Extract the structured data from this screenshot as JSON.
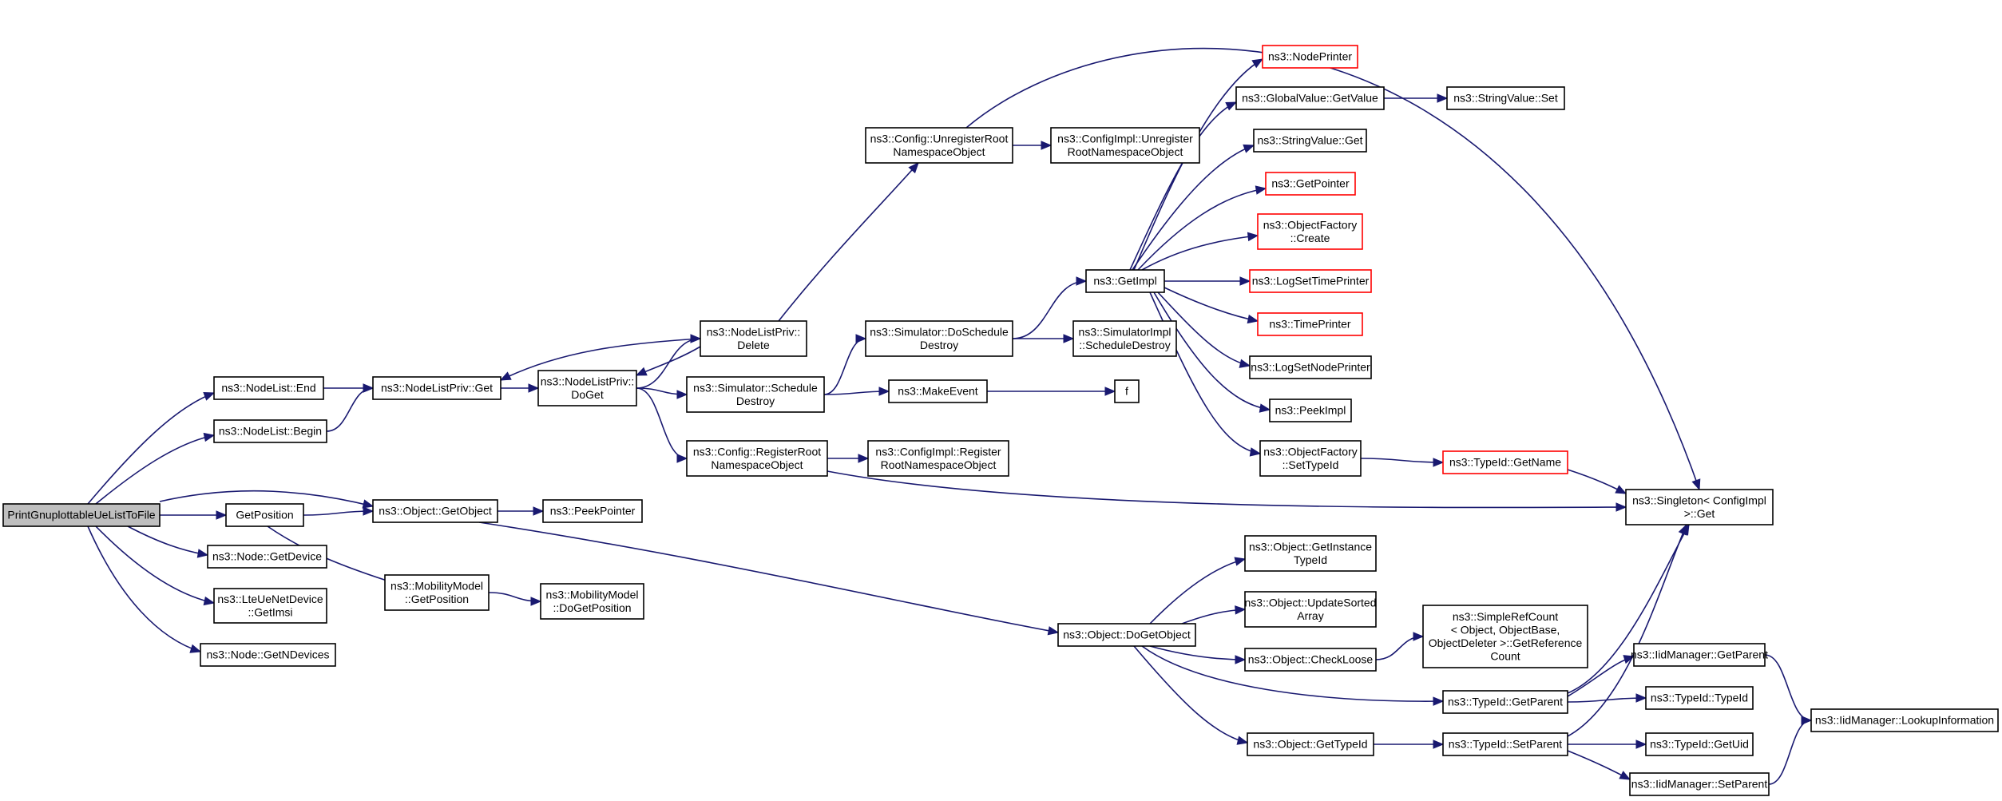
{
  "graph": {
    "colors": {
      "edge": "#191970",
      "node_border": "#000000",
      "truncated_border": "#ff0000",
      "root_fill": "#bfbfbf"
    },
    "nodes": [
      {
        "id": "root",
        "lines": [
          "PrintGnuplottableUeListToFile"
        ],
        "root": true
      },
      {
        "id": "nl_end",
        "lines": [
          "ns3::NodeList::End"
        ]
      },
      {
        "id": "nl_begin",
        "lines": [
          "ns3::NodeList::Begin"
        ]
      },
      {
        "id": "getpos",
        "lines": [
          "GetPosition"
        ]
      },
      {
        "id": "node_getdev",
        "lines": [
          "ns3::Node::GetDevice"
        ]
      },
      {
        "id": "lte_imsi",
        "lines": [
          "ns3::LteUeNetDevice",
          "::GetImsi"
        ]
      },
      {
        "id": "node_ndev",
        "lines": [
          "ns3::Node::GetNDevices"
        ]
      },
      {
        "id": "nlp_get",
        "lines": [
          "ns3::NodeListPriv::Get"
        ]
      },
      {
        "id": "obj_getobj",
        "lines": [
          "ns3::Object::GetObject"
        ]
      },
      {
        "id": "mm_getpos",
        "lines": [
          "ns3::MobilityModel",
          "::GetPosition"
        ]
      },
      {
        "id": "nlp_doget",
        "lines": [
          "ns3::NodeListPriv::",
          "DoGet"
        ]
      },
      {
        "id": "peekptr",
        "lines": [
          "ns3::PeekPointer"
        ]
      },
      {
        "id": "mm_dogetpos",
        "lines": [
          "ns3::MobilityModel",
          "::DoGetPosition"
        ]
      },
      {
        "id": "nlp_delete",
        "lines": [
          "ns3::NodeListPriv::",
          "Delete"
        ]
      },
      {
        "id": "sim_sched",
        "lines": [
          "ns3::Simulator::Schedule",
          "Destroy"
        ]
      },
      {
        "id": "cfg_reg",
        "lines": [
          "ns3::Config::RegisterRoot",
          "NamespaceObject"
        ]
      },
      {
        "id": "cfg_unreg",
        "lines": [
          "ns3::Config::UnregisterRoot",
          "NamespaceObject"
        ]
      },
      {
        "id": "sim_dosched",
        "lines": [
          "ns3::Simulator::DoSchedule",
          "Destroy"
        ]
      },
      {
        "id": "makeevent",
        "lines": [
          "ns3::MakeEvent"
        ]
      },
      {
        "id": "cfgimpl_reg",
        "lines": [
          "ns3::ConfigImpl::Register",
          "RootNamespaceObject"
        ]
      },
      {
        "id": "cfgimpl_unreg",
        "lines": [
          "ns3::ConfigImpl::Unregister",
          "RootNamespaceObject"
        ]
      },
      {
        "id": "simimpl_sd",
        "lines": [
          "ns3::SimulatorImpl",
          "::ScheduleDestroy"
        ]
      },
      {
        "id": "f",
        "lines": [
          "f"
        ]
      },
      {
        "id": "getimpl",
        "lines": [
          "ns3::GetImpl"
        ]
      },
      {
        "id": "obj_dogetobj",
        "lines": [
          "ns3::Object::DoGetObject"
        ]
      },
      {
        "id": "nodeprinter",
        "lines": [
          "ns3::NodePrinter"
        ],
        "red": true
      },
      {
        "id": "gv_getval",
        "lines": [
          "ns3::GlobalValue::GetValue"
        ]
      },
      {
        "id": "sv_get",
        "lines": [
          "ns3::StringValue::Get"
        ]
      },
      {
        "id": "getpointer",
        "lines": [
          "ns3::GetPointer"
        ],
        "red": true
      },
      {
        "id": "of_create",
        "lines": [
          "ns3::ObjectFactory",
          "::Create"
        ],
        "red": true
      },
      {
        "id": "logsettp",
        "lines": [
          "ns3::LogSetTimePrinter"
        ],
        "red": true
      },
      {
        "id": "timeprinter",
        "lines": [
          "ns3::TimePrinter"
        ],
        "red": true
      },
      {
        "id": "logsetnp",
        "lines": [
          "ns3::LogSetNodePrinter"
        ]
      },
      {
        "id": "peekimpl",
        "lines": [
          "ns3::PeekImpl"
        ]
      },
      {
        "id": "of_settid",
        "lines": [
          "ns3::ObjectFactory",
          "::SetTypeId"
        ]
      },
      {
        "id": "obj_getinst",
        "lines": [
          "ns3::Object::GetInstance",
          "TypeId"
        ]
      },
      {
        "id": "obj_upd",
        "lines": [
          "ns3::Object::UpdateSorted",
          "Array"
        ]
      },
      {
        "id": "obj_check",
        "lines": [
          "ns3::Object::CheckLoose"
        ]
      },
      {
        "id": "obj_gettid",
        "lines": [
          "ns3::Object::GetTypeId"
        ]
      },
      {
        "id": "sv_set",
        "lines": [
          "ns3::StringValue::Set"
        ]
      },
      {
        "id": "tid_getname",
        "lines": [
          "ns3::TypeId::GetName"
        ],
        "red": true
      },
      {
        "id": "srefcount",
        "lines": [
          "ns3::SimpleRefCount",
          "< Object, ObjectBase,",
          "ObjectDeleter >::GetReference",
          "Count"
        ]
      },
      {
        "id": "tid_getparent",
        "lines": [
          "ns3::TypeId::GetParent"
        ]
      },
      {
        "id": "tid_setparent",
        "lines": [
          "ns3::TypeId::SetParent"
        ]
      },
      {
        "id": "singleton",
        "lines": [
          "ns3::Singleton< ConfigImpl",
          " >::Get"
        ]
      },
      {
        "id": "iid_getparent",
        "lines": [
          "ns3::IidManager::GetParent"
        ]
      },
      {
        "id": "tid_tid",
        "lines": [
          "ns3::TypeId::TypeId"
        ]
      },
      {
        "id": "tid_getuid",
        "lines": [
          "ns3::TypeId::GetUid"
        ]
      },
      {
        "id": "iid_setparent",
        "lines": [
          "ns3::IidManager::SetParent"
        ]
      },
      {
        "id": "iid_lookup",
        "lines": [
          "ns3::IidManager::LookupInformation"
        ]
      }
    ],
    "edges": [
      [
        "root",
        "nl_end"
      ],
      [
        "root",
        "nl_begin"
      ],
      [
        "root",
        "obj_getobj"
      ],
      [
        "root",
        "getpos"
      ],
      [
        "root",
        "node_getdev"
      ],
      [
        "root",
        "lte_imsi"
      ],
      [
        "root",
        "node_ndev"
      ],
      [
        "nl_end",
        "nlp_get"
      ],
      [
        "nl_begin",
        "nlp_get"
      ],
      [
        "getpos",
        "obj_getobj"
      ],
      [
        "getpos",
        "mm_getpos"
      ],
      [
        "nlp_get",
        "nlp_doget"
      ],
      [
        "nlp_doget",
        "nlp_delete"
      ],
      [
        "nlp_doget",
        "sim_sched"
      ],
      [
        "nlp_doget",
        "cfg_reg"
      ],
      [
        "nlp_delete",
        "nlp_get"
      ],
      [
        "nlp_delete",
        "nlp_doget"
      ],
      [
        "nlp_delete",
        "cfg_unreg"
      ],
      [
        "obj_getobj",
        "peekptr"
      ],
      [
        "obj_getobj",
        "obj_dogetobj"
      ],
      [
        "mm_getpos",
        "mm_dogetpos"
      ],
      [
        "sim_sched",
        "sim_dosched"
      ],
      [
        "sim_sched",
        "makeevent"
      ],
      [
        "cfg_reg",
        "cfgimpl_reg"
      ],
      [
        "cfg_reg",
        "singleton"
      ],
      [
        "cfg_unreg",
        "cfgimpl_unreg"
      ],
      [
        "cfg_unreg",
        "singleton"
      ],
      [
        "sim_dosched",
        "getimpl"
      ],
      [
        "sim_dosched",
        "simimpl_sd"
      ],
      [
        "makeevent",
        "f"
      ],
      [
        "getimpl",
        "nodeprinter"
      ],
      [
        "getimpl",
        "gv_getval"
      ],
      [
        "getimpl",
        "sv_get"
      ],
      [
        "getimpl",
        "getpointer"
      ],
      [
        "getimpl",
        "of_create"
      ],
      [
        "getimpl",
        "logsettp"
      ],
      [
        "getimpl",
        "timeprinter"
      ],
      [
        "getimpl",
        "logsetnp"
      ],
      [
        "getimpl",
        "peekimpl"
      ],
      [
        "getimpl",
        "of_settid"
      ],
      [
        "gv_getval",
        "sv_set"
      ],
      [
        "of_settid",
        "tid_getname"
      ],
      [
        "tid_getname",
        "singleton"
      ],
      [
        "obj_dogetobj",
        "obj_getinst"
      ],
      [
        "obj_dogetobj",
        "obj_upd"
      ],
      [
        "obj_dogetobj",
        "obj_check"
      ],
      [
        "obj_dogetobj",
        "tid_getparent"
      ],
      [
        "obj_dogetobj",
        "obj_gettid"
      ],
      [
        "obj_check",
        "srefcount"
      ],
      [
        "obj_gettid",
        "tid_setparent"
      ],
      [
        "tid_getparent",
        "singleton"
      ],
      [
        "tid_getparent",
        "iid_getparent"
      ],
      [
        "tid_getparent",
        "tid_tid"
      ],
      [
        "tid_setparent",
        "singleton"
      ],
      [
        "tid_setparent",
        "tid_getuid"
      ],
      [
        "tid_setparent",
        "iid_setparent"
      ],
      [
        "iid_getparent",
        "iid_lookup"
      ],
      [
        "iid_setparent",
        "iid_lookup"
      ]
    ]
  }
}
